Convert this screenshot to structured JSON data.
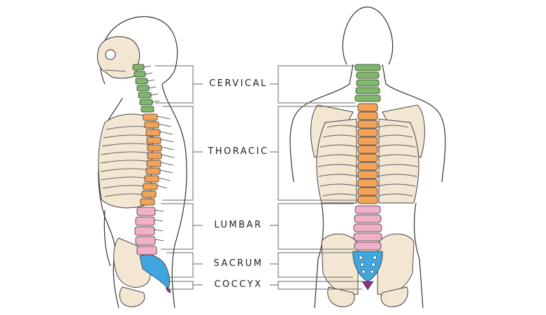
{
  "labels": {
    "cervical": "CERVICAL",
    "thoracic": "THORACIC",
    "lumbar": "LUMBAR",
    "sacrum": "SACRUM",
    "coccyx": "COCCYX"
  },
  "colors": {
    "cervical": "#7DB968",
    "thoracic": "#F2A35A",
    "lumbar": "#F2AFC8",
    "sacrum": "#3FA6DF",
    "coccyx": "#8E2C84",
    "bone": "#F3E7D3",
    "outline": "#333333",
    "bracket": "#666666"
  }
}
